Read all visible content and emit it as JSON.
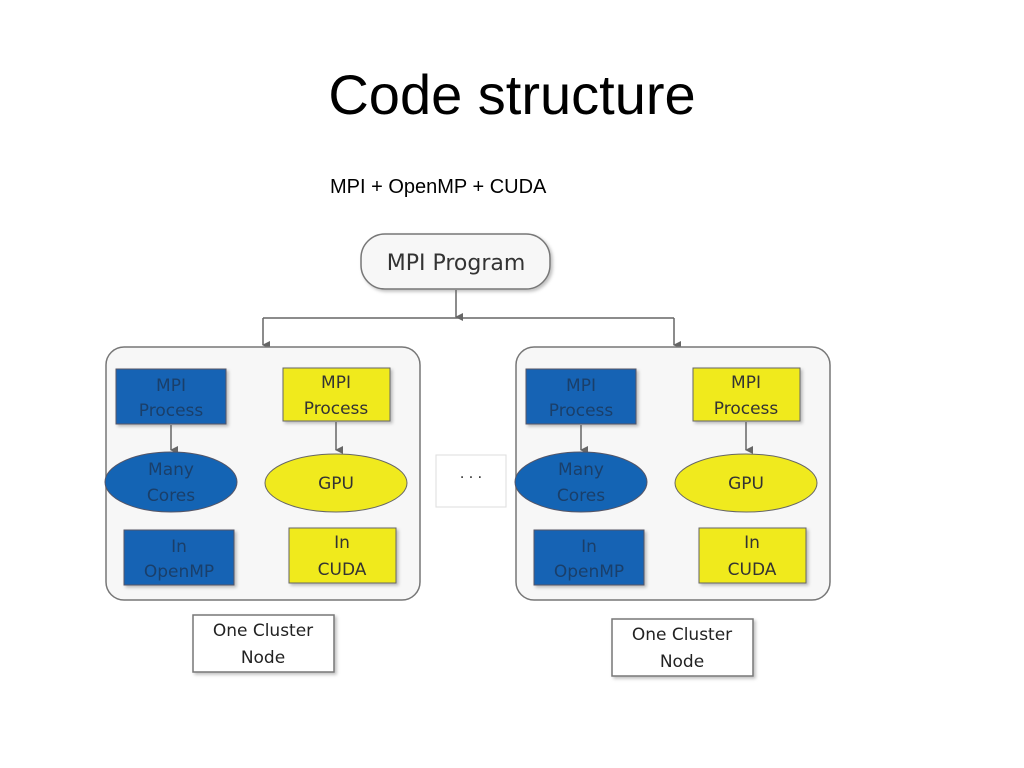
{
  "title": "Code structure",
  "subtitle": "MPI + OpenMP + CUDA",
  "diagram": {
    "root": {
      "label": "MPI Program"
    },
    "ellipsis": "· · ·",
    "colors": {
      "blue_fill": "#1464b4",
      "blue_text": "#1a3f6a",
      "yellow_fill": "#f0ea1e",
      "yellow_text": "#333333",
      "node_border": "#777777",
      "container_fill": "#f7f7f7",
      "connector": "#666666"
    },
    "nodes": [
      {
        "caption_line1": "One Cluster",
        "caption_line2": "Node",
        "cpu_process": {
          "line1": "MPI",
          "line2": "Process"
        },
        "cpu_cores": {
          "line1": "Many",
          "line2": "Cores"
        },
        "cpu_model": {
          "line1": "In",
          "line2": "OpenMP"
        },
        "gpu_process": {
          "line1": "MPI",
          "line2": "Process"
        },
        "gpu_device": {
          "label": "GPU"
        },
        "gpu_model": {
          "line1": "In",
          "line2": "CUDA"
        }
      },
      {
        "caption_line1": "One Cluster",
        "caption_line2": "Node",
        "cpu_process": {
          "line1": "MPI",
          "line2": "Process"
        },
        "cpu_cores": {
          "line1": "Many",
          "line2": "Cores"
        },
        "cpu_model": {
          "line1": "In",
          "line2": "OpenMP"
        },
        "gpu_process": {
          "line1": "MPI",
          "line2": "Process"
        },
        "gpu_device": {
          "label": "GPU"
        },
        "gpu_model": {
          "line1": "In",
          "line2": "CUDA"
        }
      }
    ]
  }
}
